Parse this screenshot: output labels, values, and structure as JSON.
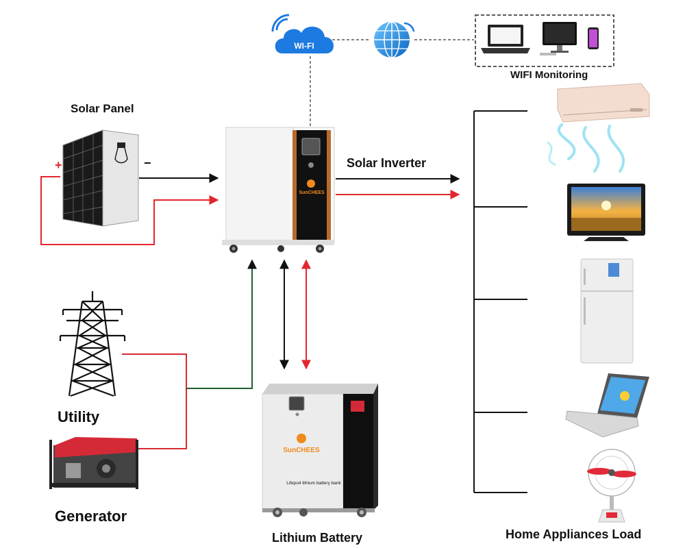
{
  "labels": {
    "wifi_badge": "WI-FI",
    "wifi_monitoring": "WIFI Monitoring",
    "solar_panel": "Solar Panel",
    "solar_inverter": "Solar Inverter",
    "utility": "Utility",
    "generator": "Generator",
    "lithium_battery": "Lithium Battery",
    "home_appliances_load": "Home Appliances Load",
    "plus": "+",
    "minus": "−",
    "inverter_brand": "SunCHEES",
    "battery_brand": "SunCHEES",
    "battery_caption": "Lifepo4 lithium battery bank"
  },
  "colors": {
    "dc_positive": "#e3262d",
    "dc_negative": "#111111",
    "utility_line": "#d62a2f",
    "grid_feed": "#1f5e2e",
    "brand_orange": "#f08a1c"
  }
}
